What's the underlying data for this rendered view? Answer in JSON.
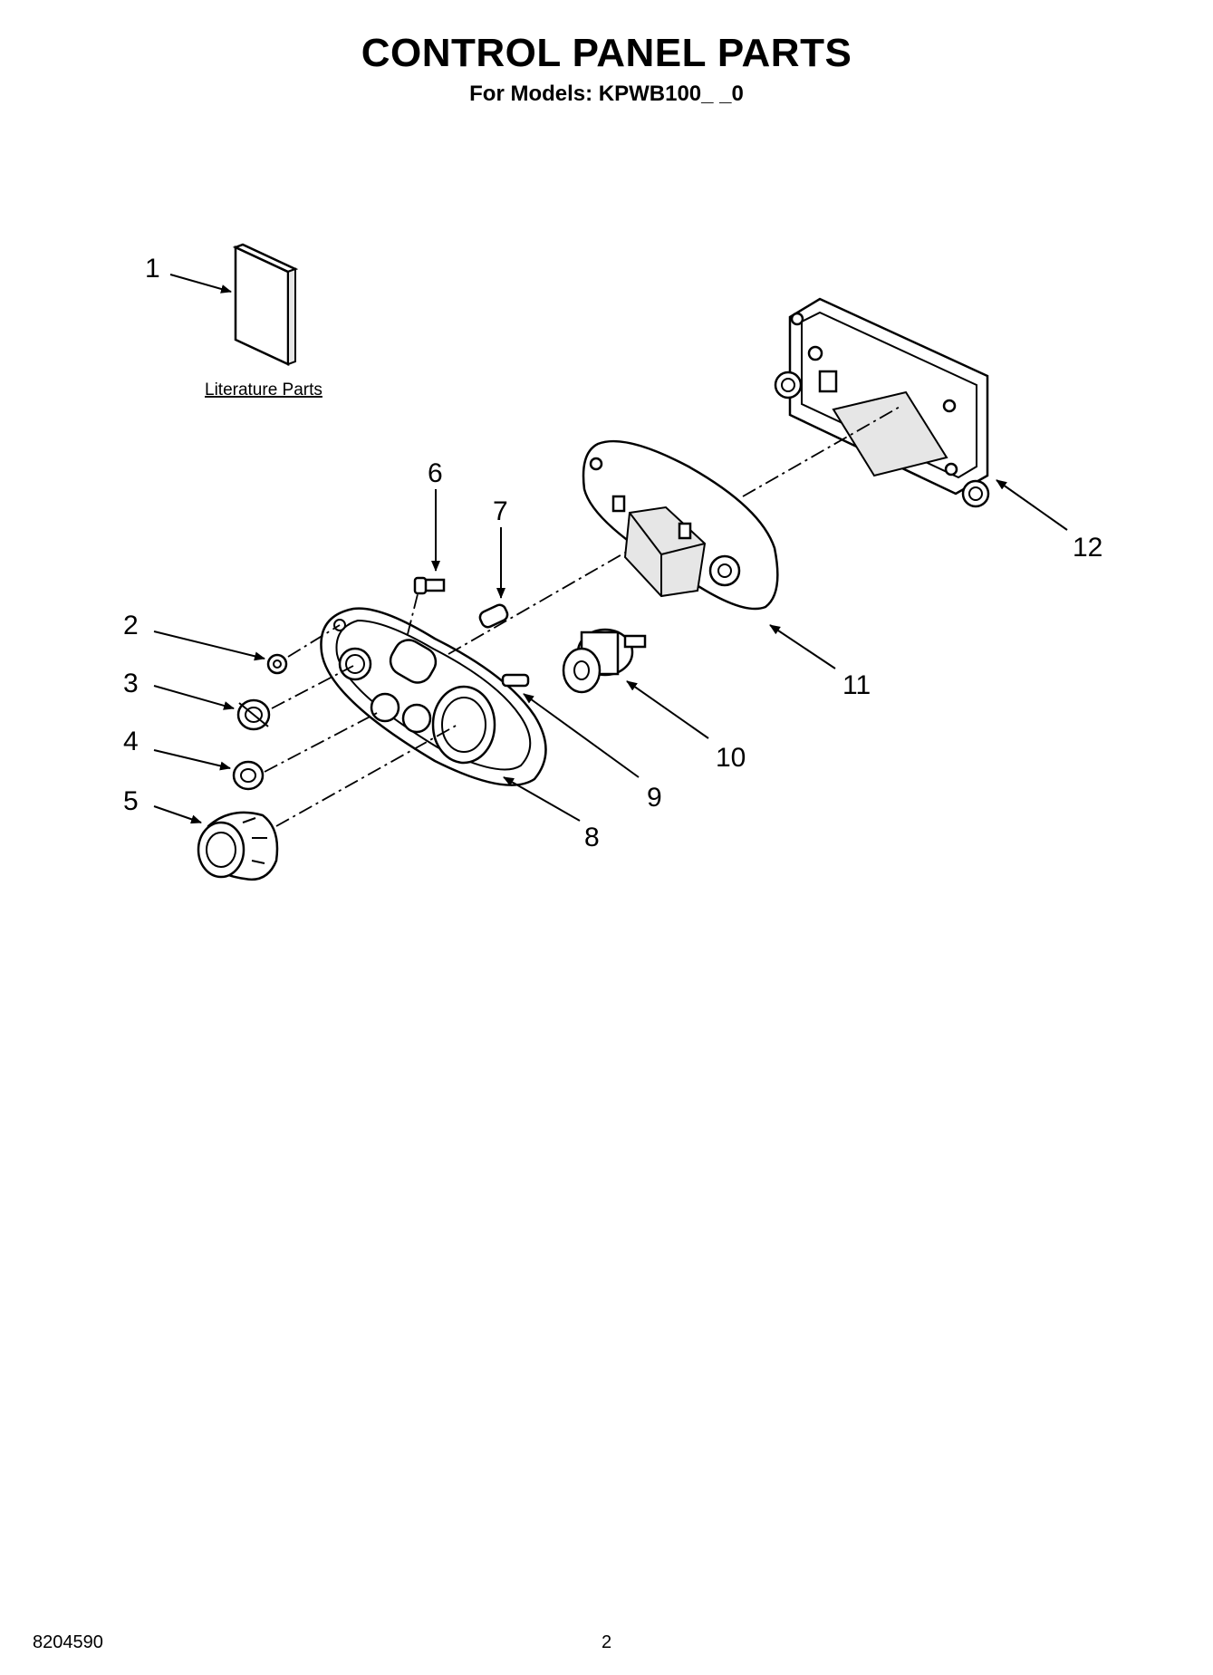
{
  "header": {
    "title": "CONTROL PANEL PARTS",
    "subtitle": "For Models: KPWB100_ _0"
  },
  "diagram": {
    "literature_label": "Literature Parts",
    "callouts": [
      "1",
      "2",
      "3",
      "4",
      "5",
      "6",
      "7",
      "8",
      "9",
      "10",
      "11",
      "12"
    ]
  },
  "footer": {
    "doc_number": "8204590",
    "page_number": "2"
  }
}
